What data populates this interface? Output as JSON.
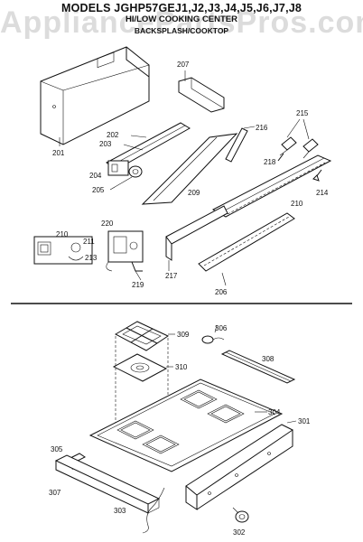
{
  "header": {
    "title": "MODELS JGHP57GEJ1,J2,J3,J4,J5,J6,J7,J8",
    "subtitle": "HI/LOW COOKING CENTER",
    "section": "BACKSPLASH/COOKTOP"
  },
  "watermark": "AppliancePartsPros.com",
  "labels": {
    "p201": "201",
    "p202": "202",
    "p203": "203",
    "p204": "204",
    "p205": "205",
    "p206": "206",
    "p207": "207",
    "p209": "209",
    "p210": "210",
    "p210b": "210",
    "p211": "211",
    "p213": "213",
    "p214": "214",
    "p215": "215",
    "p216": "216",
    "p217": "217",
    "p218": "218",
    "p219": "219",
    "p220": "220",
    "p301": "301",
    "p302": "302",
    "p303": "303",
    "p304": "304",
    "p305": "305",
    "p306": "306",
    "p307": "307",
    "p308": "308",
    "p309": "309",
    "p310": "310"
  }
}
